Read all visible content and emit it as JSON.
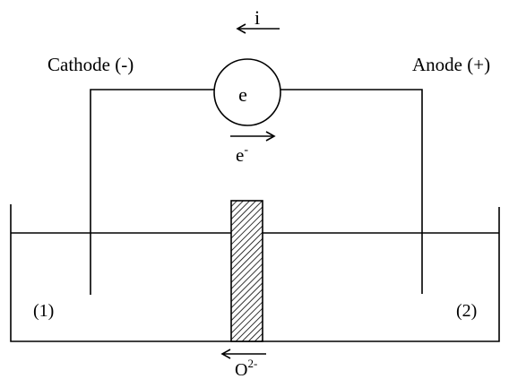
{
  "labels": {
    "current": "i",
    "cathode": "Cathode (-)",
    "anode": "Anode (+)",
    "source": "e",
    "electron": "e",
    "electron_sup": "-",
    "compartment_left": "(1)",
    "compartment_right": "(2)",
    "ion": "O",
    "ion_sup": "2-"
  }
}
